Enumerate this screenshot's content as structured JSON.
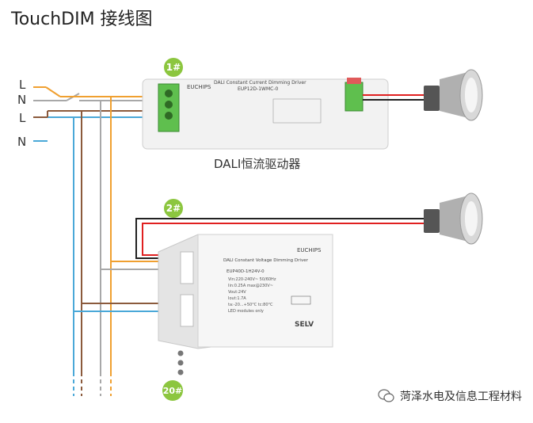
{
  "title": "TouchDIM 接线图",
  "line_labels": [
    "L",
    "N",
    "L",
    "N"
  ],
  "badges": [
    "1#",
    "2#",
    "20#"
  ],
  "caption_dali": "DALI恒流驱动器",
  "driver1": {
    "brand": "EUCHIPS",
    "name": "DALI Constant Current Dimming Driver",
    "model": "EUP12D-1WMC-0"
  },
  "driver2": {
    "brand": "EUCHIPS",
    "name": "DALI Constant Voltage Dimming Driver",
    "model": "EUP40D-1H24V-0",
    "spec_lines": [
      "Vin:220-240V~ 50/60Hz",
      "Iin:0.25A max@230V~",
      "Vout:24V",
      "Iout:1.7A",
      "ta:-20...+50°C  tc:80°C",
      "LED modules only"
    ],
    "selv": "SELV"
  },
  "watermark": "菏泽水电及信息工程材料",
  "colors": {
    "L1": "#f0a030",
    "N1": "#a8a8a8",
    "L2": "#8b5a3c",
    "N2": "#4aa8d8",
    "red": "#e02020",
    "black": "#222222",
    "badge": "#8cc63f"
  }
}
